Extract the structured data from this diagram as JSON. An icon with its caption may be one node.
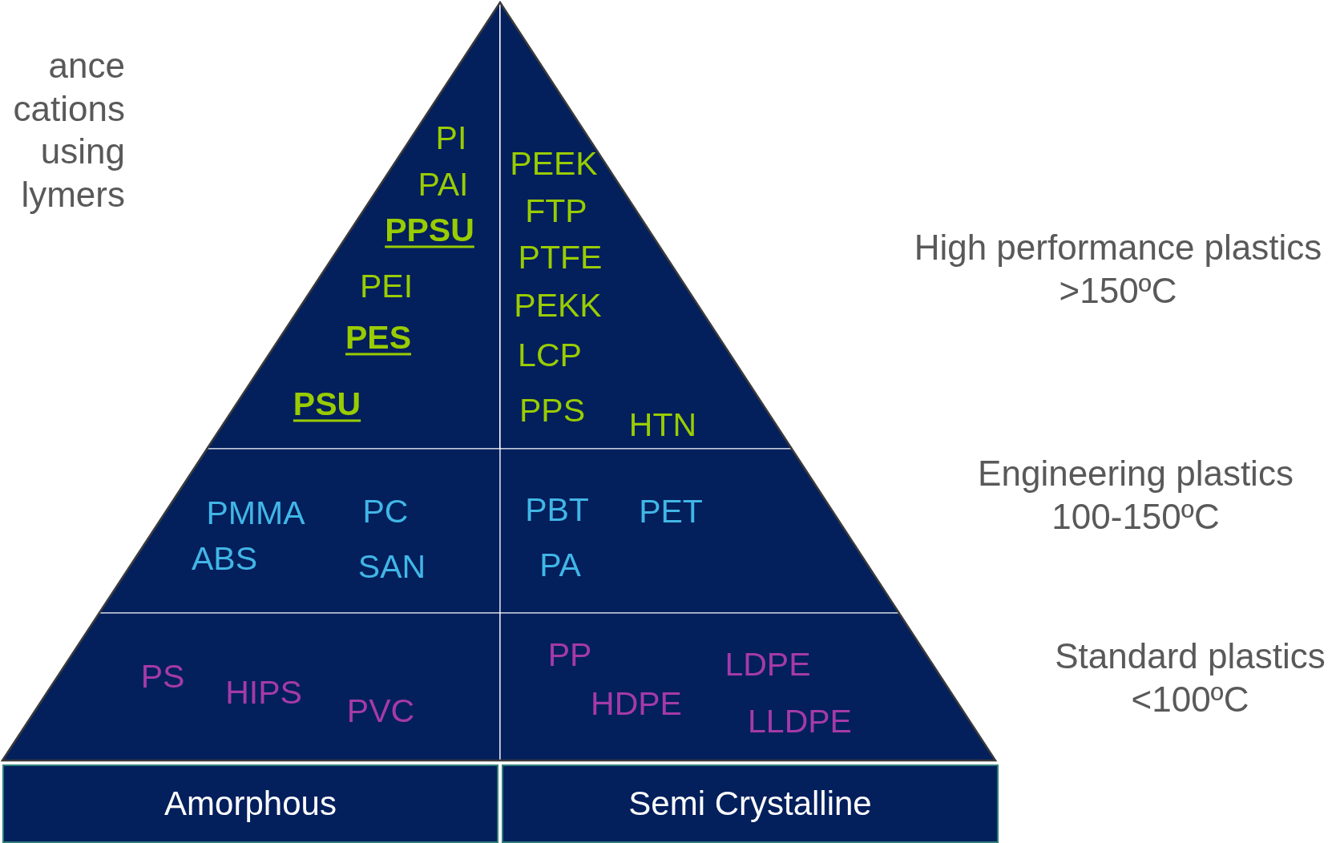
{
  "diagram": {
    "nodes": [
      {
        "text": [
          "PI",
          "PAI",
          "PPSU",
          "PEI",
          "PES",
          "PSU"
        ]
      },
      {
        "text": [
          "PEEK",
          "FTP",
          "PTFE",
          "PEKK",
          "LCP",
          "PPS",
          "HTN"
        ]
      },
      {
        "text": [
          "PMMA",
          "PC",
          "ABS",
          "SAN"
        ]
      },
      {
        "text": [
          "PBT",
          "PET",
          "PA"
        ]
      },
      {
        "text": [
          "PS",
          "HIPS",
          "PVC"
        ]
      },
      {
        "text": [
          "PP",
          "LDPE",
          "HDPE",
          "LLDPE"
        ]
      },
      {
        "text": [
          "Amorphous"
        ]
      },
      {
        "text": [
          "Semi Crystalline"
        ]
      }
    ],
    "labels": [
      "ance cations using lymers",
      "High performance plastics >150ºC",
      "Engineering plastics 100-150ºC",
      "Standard plastics <100ºC"
    ]
  }
}
